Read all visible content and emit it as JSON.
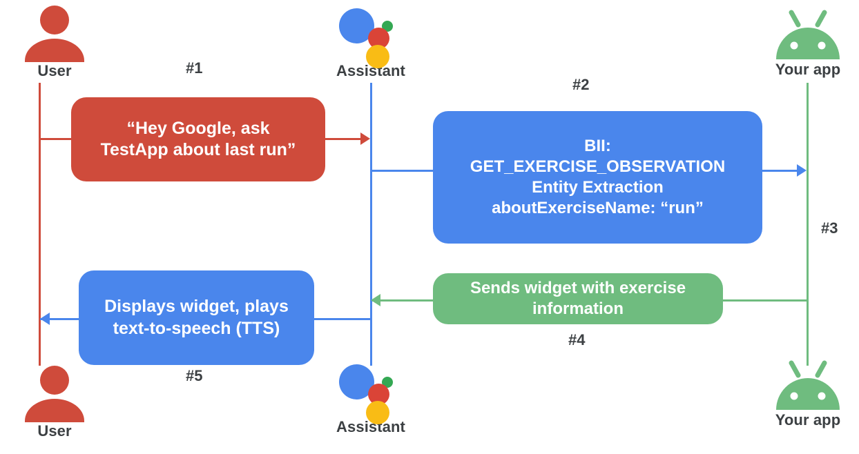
{
  "diagram": {
    "title": "Google Assistant App Action sequence",
    "colors": {
      "red": "#cf4b3b",
      "blue": "#4a86ec",
      "green": "#6fbc7f",
      "text": "#3c4043",
      "assistant_blue": "#4a86ec",
      "assistant_red": "#da4437",
      "assistant_yellow": "#f9bc15",
      "assistant_green": "#34a853"
    }
  },
  "actors": {
    "user_top": {
      "label": "User",
      "icon": "user-icon"
    },
    "assistant_top": {
      "label": "Assistant",
      "icon": "google-assistant-icon"
    },
    "app_top": {
      "label": "Your app",
      "icon": "android-robot-icon"
    },
    "user_bottom": {
      "label": "User",
      "icon": "user-icon"
    },
    "assistant_bottom": {
      "label": "Assistant",
      "icon": "google-assistant-icon"
    },
    "app_bottom": {
      "label": "Your app",
      "icon": "android-robot-icon"
    }
  },
  "steps": {
    "s1": "#1",
    "s2": "#2",
    "s3": "#3",
    "s4": "#4",
    "s5": "#5"
  },
  "messages": {
    "utterance": {
      "color": "red",
      "lines": [
        "“Hey Google, ask",
        "TestApp about last run”"
      ]
    },
    "bii": {
      "color": "blue",
      "lines": [
        "BII:",
        "GET_EXERCISE_OBSERVATION",
        "Entity Extraction",
        "aboutExerciseName: “run”"
      ]
    },
    "widget_response": {
      "color": "green",
      "lines": [
        "Sends widget with exercise",
        "information"
      ]
    },
    "display": {
      "color": "blue",
      "lines": [
        "Displays widget, plays",
        "text-to-speech (TTS)"
      ]
    }
  }
}
